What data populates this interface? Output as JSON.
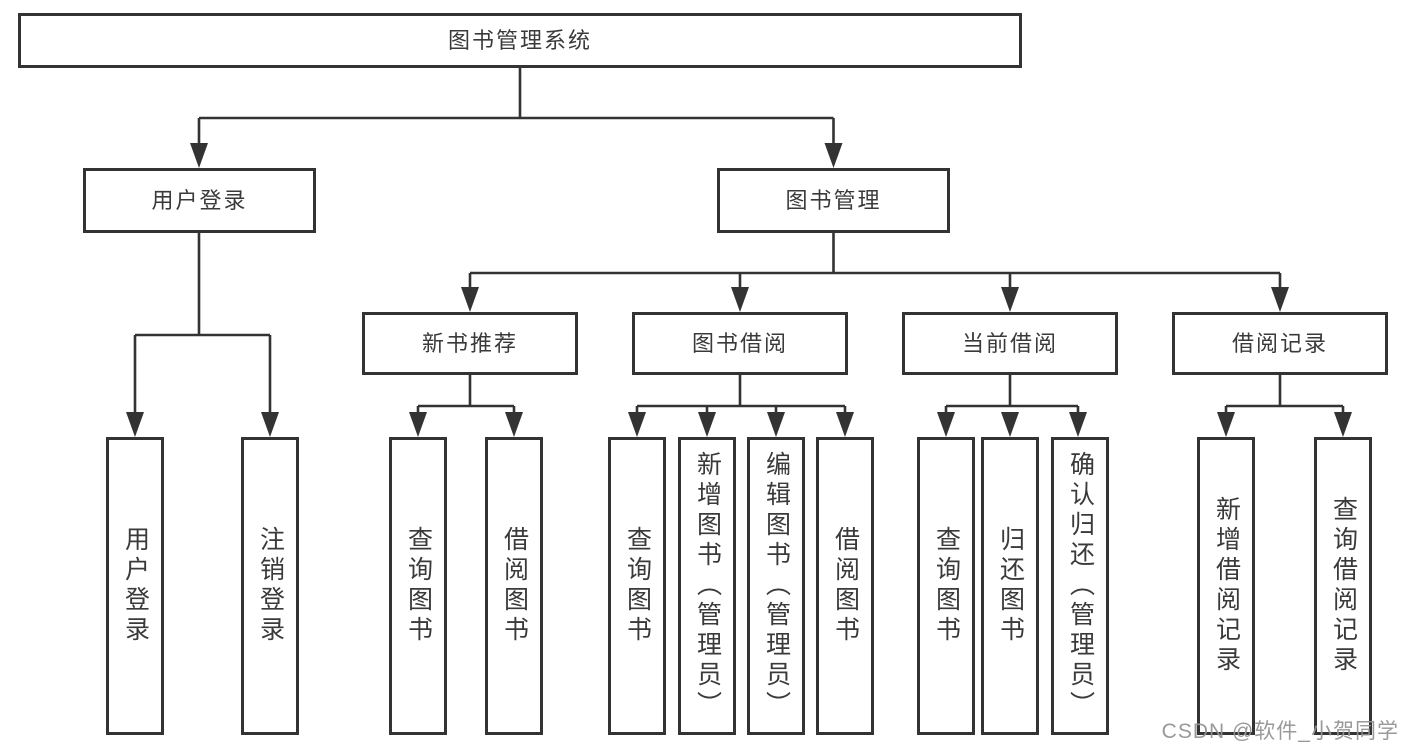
{
  "diagram": {
    "type": "hierarchy-tree",
    "line_color": "#333333",
    "text_color": "#3a3a3a",
    "background": "#ffffff",
    "root": {
      "label": "图书管理系统"
    },
    "level2": [
      {
        "label": "用户登录",
        "parent": "图书管理系统"
      },
      {
        "label": "图书管理",
        "parent": "图书管理系统"
      }
    ],
    "level3": [
      {
        "label": "新书推荐",
        "parent": "图书管理"
      },
      {
        "label": "图书借阅",
        "parent": "图书管理"
      },
      {
        "label": "当前借阅",
        "parent": "图书管理"
      },
      {
        "label": "借阅记录",
        "parent": "图书管理"
      }
    ],
    "leaves": [
      {
        "label": "用户登录",
        "parent": "用户登录"
      },
      {
        "label": "注销登录",
        "parent": "用户登录"
      },
      {
        "label": "查询图书",
        "parent": "新书推荐"
      },
      {
        "label": "借阅图书",
        "parent": "新书推荐"
      },
      {
        "label": "查询图书",
        "parent": "图书借阅"
      },
      {
        "label": "新增图书（管理员）",
        "parent": "图书借阅"
      },
      {
        "label": "编辑图书（管理员）",
        "parent": "图书借阅"
      },
      {
        "label": "借阅图书",
        "parent": "图书借阅"
      },
      {
        "label": "查询图书",
        "parent": "当前借阅"
      },
      {
        "label": "归还图书",
        "parent": "当前借阅"
      },
      {
        "label": "确认归还（管理员）",
        "parent": "当前借阅"
      },
      {
        "label": "新增借阅记录",
        "parent": "借阅记录"
      },
      {
        "label": "查询借阅记录",
        "parent": "借阅记录"
      }
    ]
  },
  "watermark": {
    "text": "CSDN @软件_小贺同学",
    "color": "#949494"
  }
}
